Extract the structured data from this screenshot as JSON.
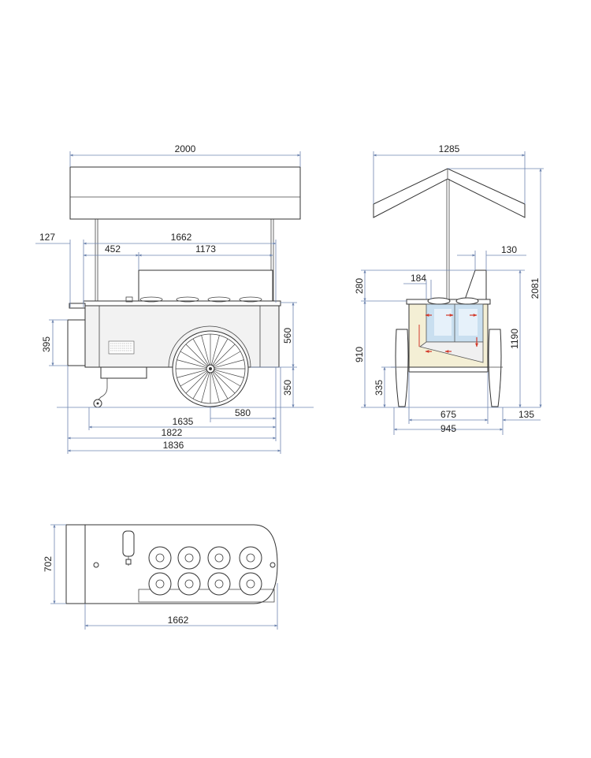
{
  "colors": {
    "dimension_line": "#6f86b0",
    "outline": "#333333",
    "cabinet_fill": "#f2f2f2",
    "side_panel_fill": "#f4efd5",
    "glass_fill": "#c9dff0",
    "arrow_red": "#d23a2a"
  },
  "front_view": {
    "dims": {
      "canopy_width": "2000",
      "left_overhang": "127",
      "counter_length": "1662",
      "first_segment": "452",
      "second_segment": "1173",
      "handle_height": "395",
      "cabinet_height": "560",
      "wheel_height": "350",
      "wheel_offset": "580",
      "length_a": "1635",
      "length_b": "1822",
      "length_c": "1836"
    }
  },
  "side_view": {
    "dims": {
      "canopy_width": "1285",
      "top_offset": "130",
      "glass_width": "184",
      "glass_height": "280",
      "counter_height": "910",
      "body_height": "1190",
      "total_height": "2081",
      "foot_height": "335",
      "inner_width": "675",
      "outer_width": "945",
      "wheel_offset": "135"
    }
  },
  "top_view": {
    "dims": {
      "depth": "702",
      "length": "1662"
    }
  }
}
